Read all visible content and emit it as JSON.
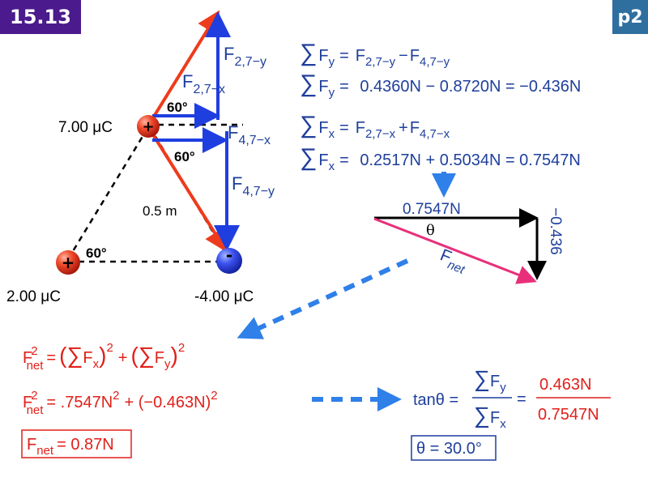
{
  "badges": {
    "slide_number": "15.13",
    "part": "p2",
    "slide_color": "#4b1a8c",
    "part_color": "#2f6fa0"
  },
  "charges": {
    "q7": {
      "label": "7.00 μC",
      "sign": "+",
      "color": "#d6291a"
    },
    "q2": {
      "label": "2.00 μC",
      "sign": "+",
      "color": "#d6291a"
    },
    "q4": {
      "label": "-4.00 μC",
      "sign": "-",
      "color": "#2433d6"
    }
  },
  "triangle": {
    "angle_top_upper": "60°",
    "angle_top_lower": "60°",
    "angle_bottom_left": "60°",
    "side_length": "0.5 m"
  },
  "vectors": {
    "f27y": {
      "main": "F",
      "sub": "2,7−y"
    },
    "f27x": {
      "main": "F",
      "sub": "2,7−x"
    },
    "f47x": {
      "main": "F",
      "sub": "4,7−x"
    },
    "f47y": {
      "main": "F",
      "sub": "4,7−y"
    }
  },
  "sum_equations": {
    "fy_definition": {
      "lhs": "F",
      "lhs_sub": "y",
      "t1": "F",
      "t1_sub": "2,7−y",
      "op": "−",
      "t2": "F",
      "t2_sub": "4,7−y"
    },
    "fy_values": {
      "lhs": "F",
      "lhs_sub": "y",
      "rhs": "0.4360N − 0.8720N = −0.436N"
    },
    "fx_definition": {
      "lhs": "F",
      "lhs_sub": "x",
      "t1": "F",
      "t1_sub": "2,7−x",
      "op": "+",
      "t2": "F",
      "t2_sub": "4,7−x"
    },
    "fx_values": {
      "lhs": "F",
      "lhs_sub": "x",
      "rhs": "0.2517N + 0.5034N = 0.7547N"
    }
  },
  "resultant": {
    "x_label": "0.7547N",
    "y_label": "−0.436",
    "angle_label": "θ",
    "net_main": "F",
    "net_sub": "net"
  },
  "magnitude": {
    "line1": {
      "f": "F",
      "sup": "2",
      "sub": "net",
      "a": "F",
      "a_sub": "x",
      "b": "F",
      "b_sub": "y",
      "exp": "2"
    },
    "line2": {
      "f": "F",
      "sup": "2",
      "sub": "net",
      "rhs": ".7547N",
      "exp1": "2",
      "mid": "(−0.463N)",
      "exp2": "2"
    },
    "result": {
      "f": "F",
      "sub": "net",
      "rhs": "= 0.87N"
    }
  },
  "angle_calc": {
    "lhs": "tanθ =",
    "num": "F",
    "num_sub": "y",
    "den": "F",
    "den_sub": "x",
    "num_value": "0.463N",
    "den_value": "0.7547N",
    "result": "θ = 30.0°"
  },
  "colors": {
    "red_vector": "#ee3b1c",
    "blue_vector": "#1f3ee0",
    "equation_blue": "#1e3f9c",
    "equation_red": "#e0201a",
    "arrow_dash_blue": "#2f80e8",
    "resultant_pink": "#e8307a"
  }
}
